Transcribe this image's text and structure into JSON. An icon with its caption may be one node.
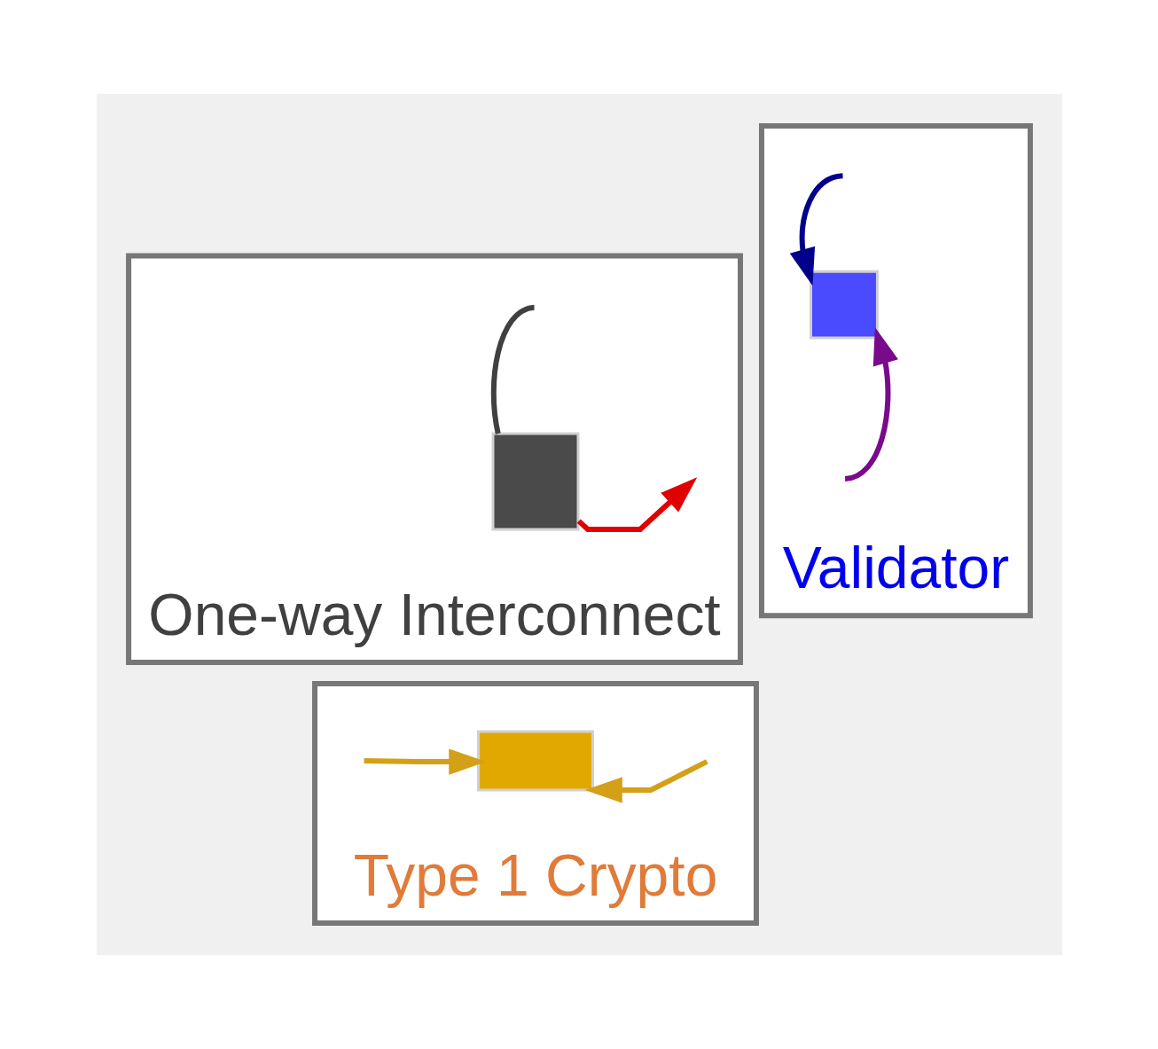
{
  "diagram": {
    "nodes": [
      {
        "text": [
          "Validator"
        ]
      },
      {
        "text": [],
        "shape": "box",
        "in": 0
      },
      {
        "text": [
          "One-way Interconnect"
        ]
      },
      {
        "text": [],
        "shape": "box",
        "in": 2
      },
      {
        "text": [
          "Type 1 Crypto"
        ]
      },
      {
        "text": [],
        "shape": "box",
        "in": 4
      }
    ],
    "edges": [
      {
        "from": null,
        "to": 1,
        "arrow": "to",
        "color": "#7a0a8c"
      },
      {
        "from": null,
        "to": 1,
        "arrow": "to",
        "color": "#00008b"
      },
      {
        "from": null,
        "to": 3,
        "arrow": "none",
        "color": "#404040"
      },
      {
        "from": 3,
        "to": null,
        "arrow": "to",
        "color": "#e00000"
      },
      {
        "from": null,
        "to": 5,
        "arrow": "to",
        "color": "#d4a017"
      },
      {
        "from": null,
        "to": 5,
        "arrow": "to",
        "color": "#d4a017"
      }
    ]
  }
}
